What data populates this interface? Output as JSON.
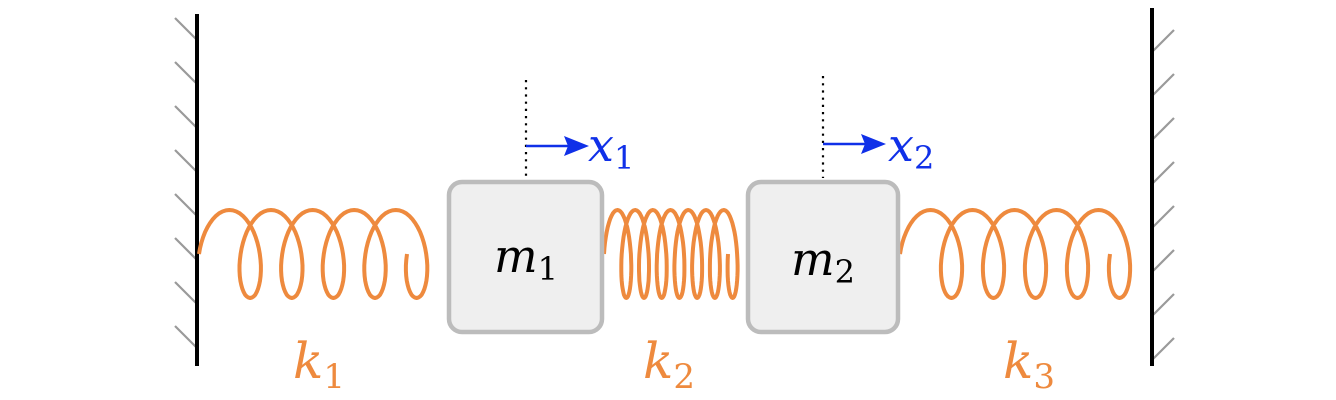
{
  "masses": [
    {
      "symbol": "m",
      "subscript": "1"
    },
    {
      "symbol": "m",
      "subscript": "2"
    }
  ],
  "displacements": [
    {
      "symbol": "x",
      "subscript": "1"
    },
    {
      "symbol": "x",
      "subscript": "2"
    }
  ],
  "springs": [
    {
      "symbol": "k",
      "subscript": "1"
    },
    {
      "symbol": "k",
      "subscript": "2"
    },
    {
      "symbol": "k",
      "subscript": "3"
    }
  ],
  "colors": {
    "spring": "#ee8a3e",
    "displacement": "#1030e8",
    "mass_fill": "#efefef",
    "mass_border": "#bcbcbc",
    "wall": "#000000",
    "hatch": "#9a9a9a"
  }
}
